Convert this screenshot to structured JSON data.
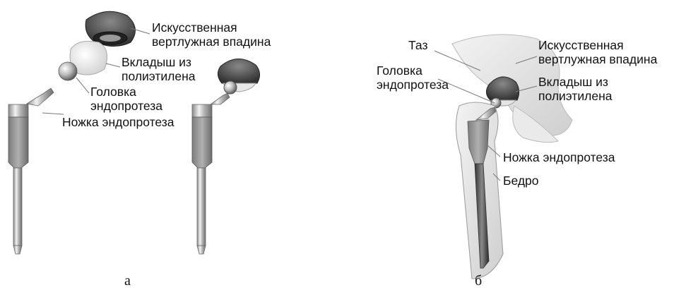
{
  "panel_a": {
    "cup_label": [
      "Искусственная",
      "вертлужная впадина"
    ],
    "liner_label": [
      "Вкладыш из",
      "полиэтилена"
    ],
    "head_label": [
      "Головка",
      "эндопротеза"
    ],
    "stem_label": "Ножка эндопротеза",
    "caption": "а"
  },
  "panel_b": {
    "pelvis_label": "Таз",
    "head_label": [
      "Головка",
      "эндопротеза"
    ],
    "cup_label": [
      "Искусственная",
      "вертлужная впадина"
    ],
    "liner_label": [
      "Вкладыш из",
      "полиэтилена"
    ],
    "stem_label": "Ножка эндопротеза",
    "femur_label": "Бедро",
    "caption": "б"
  }
}
